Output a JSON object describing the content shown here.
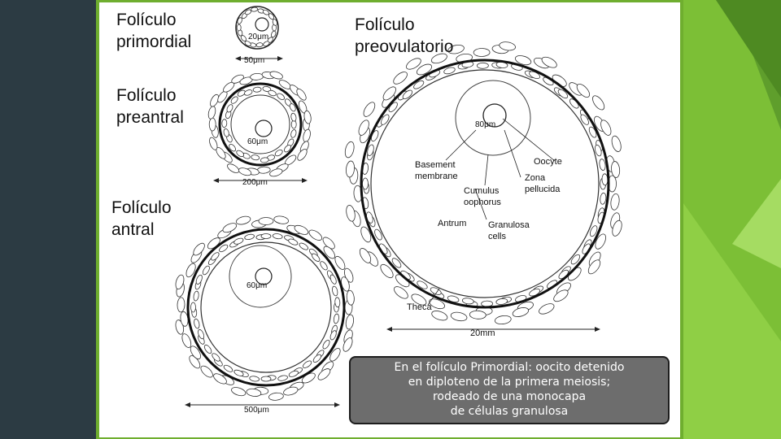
{
  "labels": {
    "primordial": [
      "Folículo",
      "primordial"
    ],
    "preantral": [
      "Folículo",
      "preantral"
    ],
    "antral": [
      "Folículo",
      "antral"
    ],
    "preovulatorio": [
      "Folículo",
      "preovulatorio"
    ]
  },
  "diagram": {
    "primordial_inner": "20μm",
    "primordial_width": "50μm",
    "preantral_inner": "60μm",
    "preantral_width": "200μm",
    "antral_inner": "60μm",
    "antral_width": "500μm",
    "preov_inner": "80μm",
    "preov_width": "20mm",
    "basement": [
      "Basement",
      "membrane"
    ],
    "oocyte": "Oocyte",
    "zona": [
      "Zona",
      "pellucida"
    ],
    "cumulus": [
      "Cumulus",
      "oophorus"
    ],
    "antrum": "Antrum",
    "granulosa": [
      "Granulosa",
      "cells"
    ],
    "theca": "Theca"
  },
  "caption": [
    "En el folículo Primordial: oocito detenido",
    "en diploteno de la primera meiosis;",
    "rodeado de una monocapa",
    "de células granulosa"
  ],
  "colors": {
    "accent_green": "#6fae2f",
    "dark_bg": "#2c3b43",
    "caption_bg": "#6d6d6d"
  }
}
